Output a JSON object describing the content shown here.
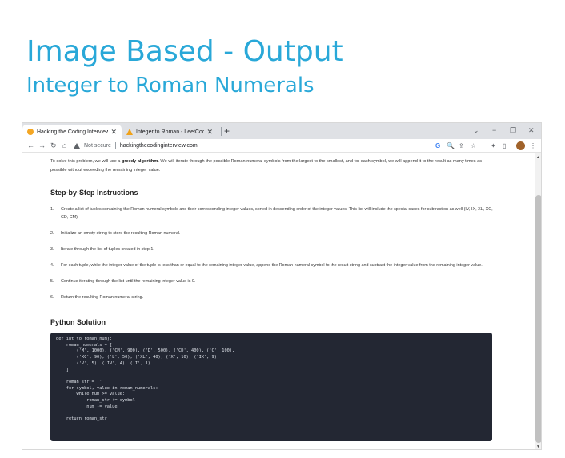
{
  "slide": {
    "title": "Image Based - Output",
    "subtitle": "Integer to Roman Numerals"
  },
  "browser": {
    "tabs": [
      {
        "label": "Hacking the Coding Interview",
        "active": true
      },
      {
        "label": "Integer to Roman - LeetCode",
        "active": false
      }
    ],
    "new_tab": "+",
    "window_controls": {
      "dropdown": "⌄",
      "minimize": "−",
      "restore": "❐",
      "close": "✕"
    },
    "nav": {
      "back": "←",
      "forward": "→",
      "reload": "↻",
      "home": "⌂"
    },
    "address_bar": {
      "security": "Not secure",
      "url": "hackingthecodinginterview.com"
    },
    "toolbar_icons": [
      "G",
      "🔍",
      "⇪",
      "☆",
      "✦",
      "▯"
    ],
    "menu": "⋮"
  },
  "page": {
    "intro_before": "To solve this problem, we will use a ",
    "intro_bold": "greedy algorithm",
    "intro_after": ". We will iterate through the possible Roman numeral symbols from the largest to the smallest, and for each symbol, we will append it to the result as many times as possible without exceeding the remaining integer value.",
    "steps_heading": "Step-by-Step Instructions",
    "steps": [
      {
        "num": "1.",
        "text": "Create a list of tuples containing the Roman numeral symbols and their corresponding integer values, sorted in descending order of the integer values. This list will include the special cases for subtraction as well (IV, IX, XL, XC, CD, CM)."
      },
      {
        "num": "2.",
        "text": "Initialize an empty string to store the resulting Roman numeral."
      },
      {
        "num": "3.",
        "text": "Iterate through the list of tuples created in step 1."
      },
      {
        "num": "4.",
        "text": "For each tuple, while the integer value of the tuple is less than or equal to the remaining integer value, append the Roman numeral symbol to the result string and subtract the integer value from the remaining integer value."
      },
      {
        "num": "5.",
        "text": "Continue iterating through the list until the remaining integer value is 0."
      },
      {
        "num": "6.",
        "text": "Return the resulting Roman numeral string."
      }
    ],
    "solution_heading": "Python Solution",
    "code_lines": [
      "def int_to_roman(num):",
      "    roman_numerals = [",
      "        ('M', 1000), ('CM', 900), ('D', 500), ('CD', 400), ('C', 100),",
      "        ('XC', 90), ('L', 50), ('XL', 40), ('X', 10), ('IX', 9),",
      "        ('V', 5), ('IV', 4), ('I', 1)",
      "    ]",
      "",
      "    roman_str = ''",
      "    for symbol, value in roman_numerals:",
      "        while num >= value:",
      "            roman_str += symbol",
      "            num -= value",
      "",
      "    return roman_str"
    ]
  }
}
